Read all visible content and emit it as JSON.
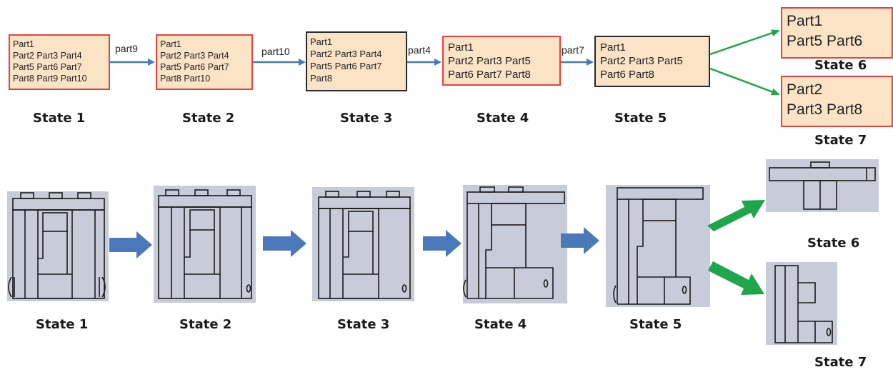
{
  "top_states": [
    {
      "lines": [
        "Part1",
        "Part2 Part3 Part4",
        "Part5 Part6 Part7",
        "Part8 Part9 Part10"
      ],
      "label": "State 1"
    },
    {
      "lines": [
        "Part1",
        "Part2 Part3 Part4",
        "Part5 Part6 Part7",
        "Part8 Part10"
      ],
      "label": "State 2"
    },
    {
      "lines": [
        "Part1",
        "Part2 Part3 Part4",
        "Part5 Part6 Part7",
        "Part8"
      ],
      "label": "State 3"
    },
    {
      "lines": [
        "Part1",
        "Part2 Part3 Part5",
        "Part6 Part7 Part8"
      ],
      "label": "State 4"
    },
    {
      "lines": [
        "Part1",
        "Part2 Part3 Part5",
        "Part6 Part8"
      ],
      "label": "State 5"
    },
    {
      "lines": [
        "Part1",
        "Part5 Part6"
      ],
      "label": "State 6"
    },
    {
      "lines": [
        "Part2",
        "Part3 Part8"
      ],
      "label": "State 7"
    }
  ],
  "edges": [
    "part9",
    "part10",
    "part4",
    "part7"
  ],
  "bottom_labels": [
    "State 1",
    "State 2",
    "State 3",
    "State 4",
    "State 5",
    "State 6",
    "State 7"
  ],
  "colors": {
    "box_fill": "#fbe3c6",
    "box_border_red": "#e4423f",
    "box_border_dark": "#2a2a2a",
    "arrow_blue": "#4a78b8",
    "arrow_green": "#1ea64a",
    "image_bg": "#c8ccd8"
  }
}
